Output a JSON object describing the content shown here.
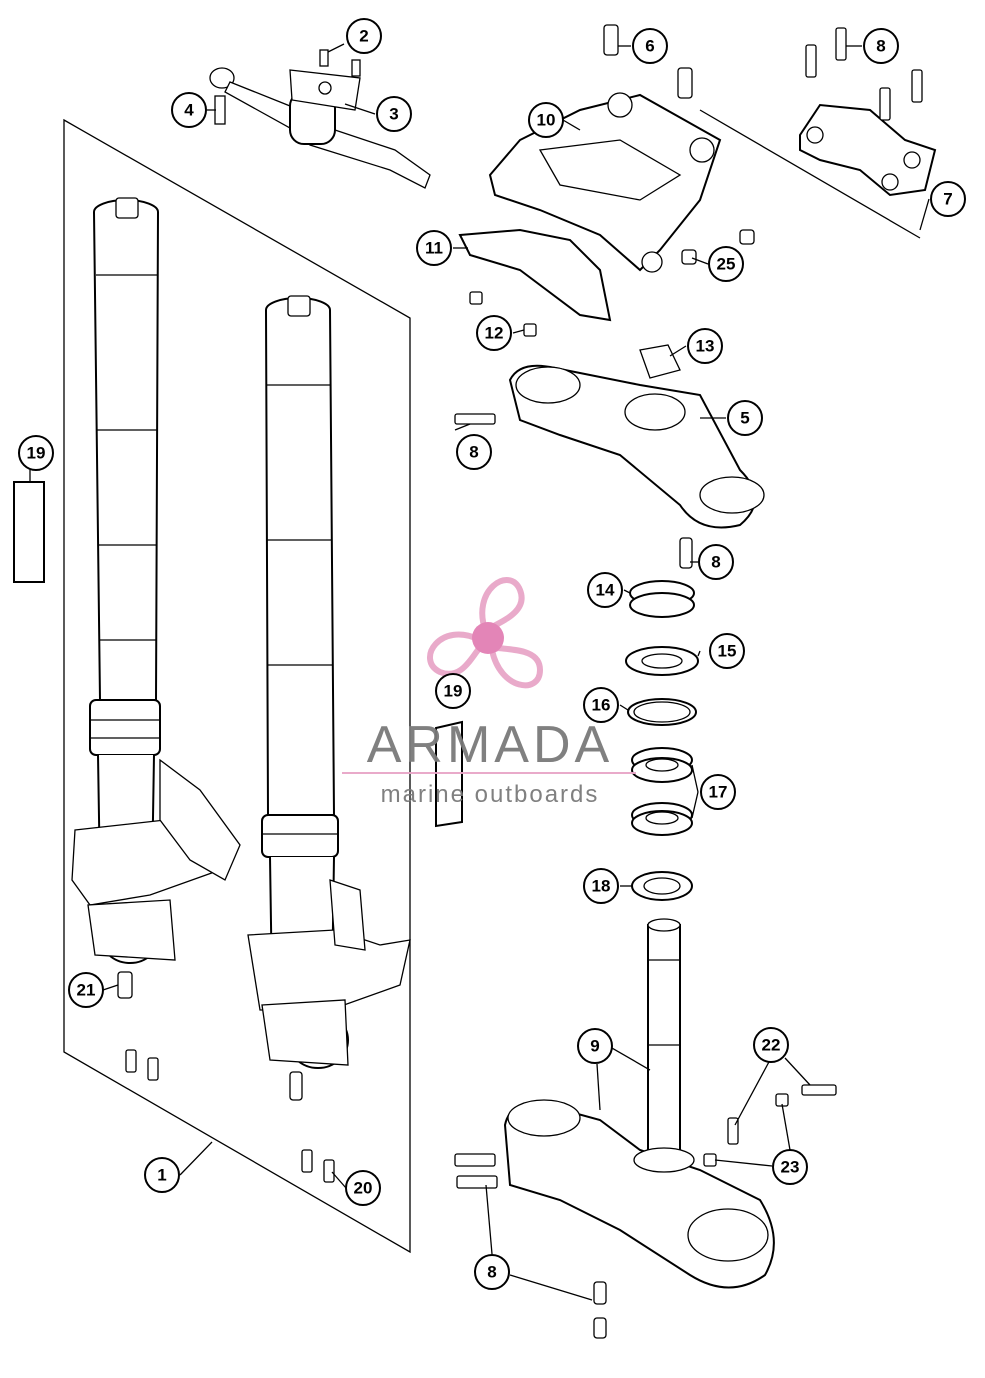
{
  "diagram": {
    "callouts": [
      {
        "id": "c1",
        "label": "1"
      },
      {
        "id": "c2",
        "label": "2"
      },
      {
        "id": "c3",
        "label": "3"
      },
      {
        "id": "c4",
        "label": "4"
      },
      {
        "id": "c5",
        "label": "5"
      },
      {
        "id": "c6",
        "label": "6"
      },
      {
        "id": "c7",
        "label": "7"
      },
      {
        "id": "c8a",
        "label": "8"
      },
      {
        "id": "c8b",
        "label": "8"
      },
      {
        "id": "c8c",
        "label": "8"
      },
      {
        "id": "c8d",
        "label": "8"
      },
      {
        "id": "c9",
        "label": "9"
      },
      {
        "id": "c10",
        "label": "10"
      },
      {
        "id": "c11",
        "label": "11"
      },
      {
        "id": "c12",
        "label": "12"
      },
      {
        "id": "c13",
        "label": "13"
      },
      {
        "id": "c14",
        "label": "14"
      },
      {
        "id": "c15",
        "label": "15"
      },
      {
        "id": "c16",
        "label": "16"
      },
      {
        "id": "c17",
        "label": "17"
      },
      {
        "id": "c18",
        "label": "18"
      },
      {
        "id": "c19a",
        "label": "19"
      },
      {
        "id": "c19b",
        "label": "19"
      },
      {
        "id": "c20",
        "label": "20"
      },
      {
        "id": "c21",
        "label": "21"
      },
      {
        "id": "c22",
        "label": "22"
      },
      {
        "id": "c23",
        "label": "23"
      },
      {
        "id": "c25",
        "label": "25"
      }
    ]
  },
  "watermark": {
    "title": "ARMADA",
    "subtitle": "marine outboards",
    "logo_color": "#e8a6c8",
    "logo_hub_color": "#e27fb4",
    "underline_color": "#e8a6c8",
    "icon": "propeller-logo-icon"
  }
}
